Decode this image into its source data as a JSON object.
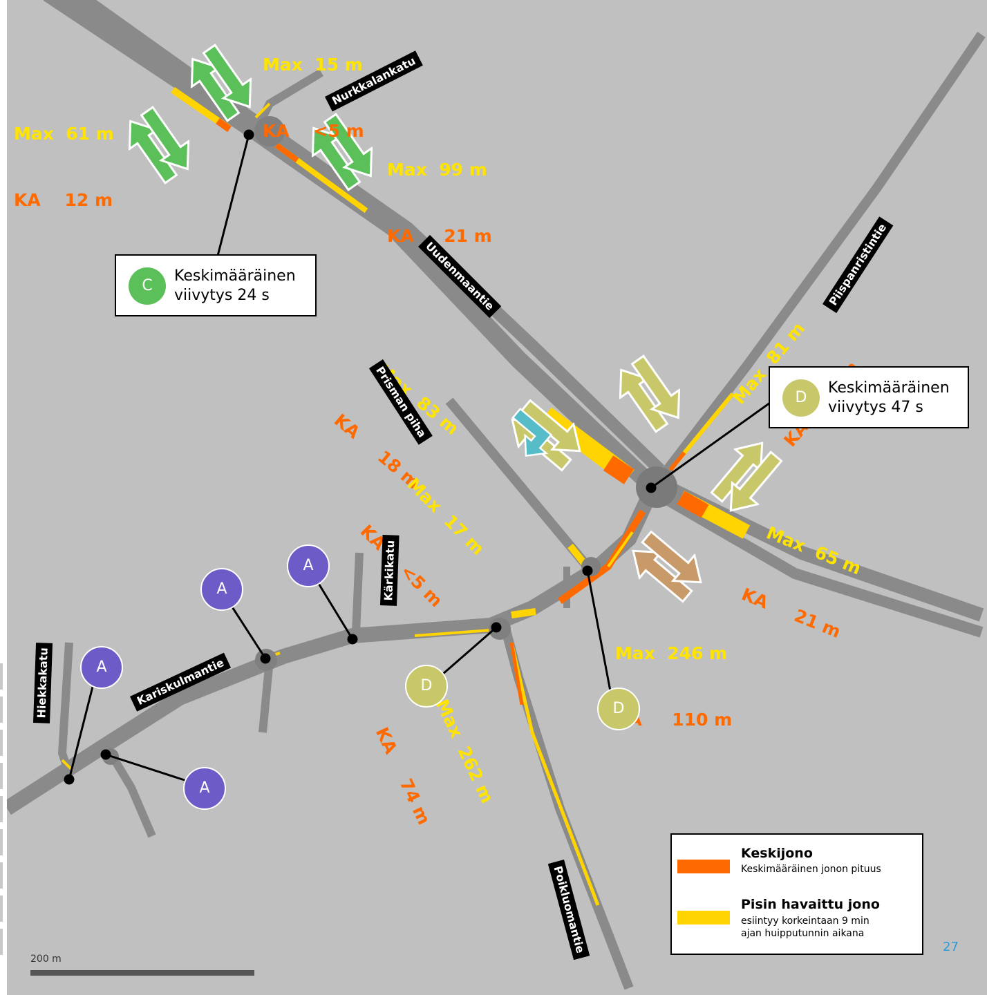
{
  "queue_labels": {
    "nurkkala_s": {
      "max": "Max  15 m",
      "ka": "KA    <5 m"
    },
    "nurkkala_w": {
      "max": "Max  61 m",
      "ka": "KA    12 m"
    },
    "nurkkala_e": {
      "max": "Max  99 m",
      "ka": "KA     21 m"
    },
    "piispan_nw": {
      "max": "Max  83 m",
      "ka": "KA     18 m"
    },
    "piispan_ne": {
      "max": "Max  81 m",
      "ka": "KA     16 m"
    },
    "piispan_se": {
      "max": "Max  65 m",
      "ka": "KA     21 m"
    },
    "piispan_s": {
      "max": "Max  246 m",
      "ka": "KA     110 m"
    },
    "prisma": {
      "max": "Max  17 m",
      "ka": "KA     <5 m"
    },
    "poikluoma": {
      "max": "Max  262 m",
      "ka": "KA     74 m"
    }
  },
  "streets": {
    "nurkkalankatu": "Nurkkalankatu",
    "uudenmaantie": "Uudenmaantie",
    "piispanristintie": "Piispanristintie",
    "prisman_piha": "Prisman piha",
    "karkikatu": "Kärkikatu",
    "kariskulmantie": "Kariskulmantie",
    "hiekkakatu": "Hiekkakatu",
    "poikluomantie": "Poikluomantie"
  },
  "delay_boxes": {
    "c": {
      "los": "C",
      "line1": "Keskimääräinen",
      "line2": "viivytys 24 s",
      "color": "#5cc05a"
    },
    "d": {
      "los": "D",
      "line1": "Keskimääräinen",
      "line2": "viivytys 47 s",
      "color": "#c8c86a"
    }
  },
  "los_markers": {
    "a1": "A",
    "a2": "A",
    "a3": "A",
    "a4": "A",
    "d1": "D",
    "d2": "D",
    "colors": {
      "A": "#6d5cc8",
      "D": "#c8c86a"
    }
  },
  "legend": {
    "avg_title": "Keskijono",
    "avg_sub": "Keskimääräinen jonon pituus",
    "max_title": "Pisin havaittu jono",
    "max_sub1": "esiintyy korkeintaan 9 min",
    "max_sub2": "ajan huipputunnin aikana",
    "avg_color": "#ff6a00",
    "max_color": "#ffd400"
  },
  "scale_label": "200 m",
  "page_number": "27",
  "colors": {
    "map_bg": "#c0c0c0",
    "road": "#8a8a8a",
    "max_text": "#ffe400",
    "avg_text": "#ff6a00",
    "arrow_green": "#5cc05a",
    "arrow_olive": "#c8c86a",
    "arrow_cyan": "#55bcc8",
    "arrow_brown": "#c89a6a"
  }
}
